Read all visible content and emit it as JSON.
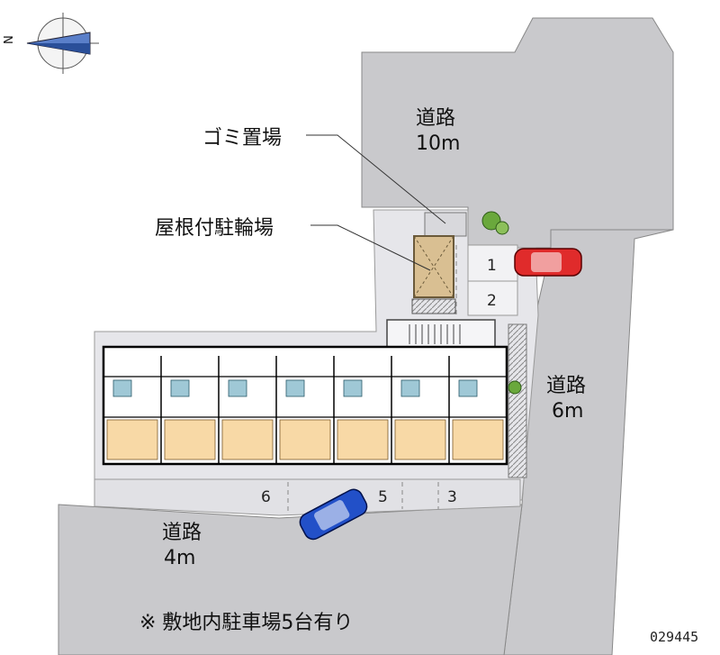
{
  "labels": {
    "garbage": "ゴミ置場",
    "bicycle": "屋根付駐輪場",
    "road_north_name": "道路",
    "road_north_width": "10m",
    "road_east_name": "道路",
    "road_east_width": "6m",
    "road_south_name": "道路",
    "road_south_width": "4m"
  },
  "parking_numbers": [
    "1",
    "2",
    "3",
    "5",
    "6"
  ],
  "footnote": "※ 敷地内駐車場5台有り",
  "property_code": "029445",
  "compass": {
    "letter": "N"
  },
  "colors": {
    "road": "#c9c9cc",
    "site": "#e6e6ea",
    "building_outline": "#000000",
    "room_floor": "#f8d9a6",
    "bathroom": "#9fc8d6",
    "car_red": "#e02b2b",
    "car_blue": "#2250c8",
    "tree": "#6aa83c"
  }
}
